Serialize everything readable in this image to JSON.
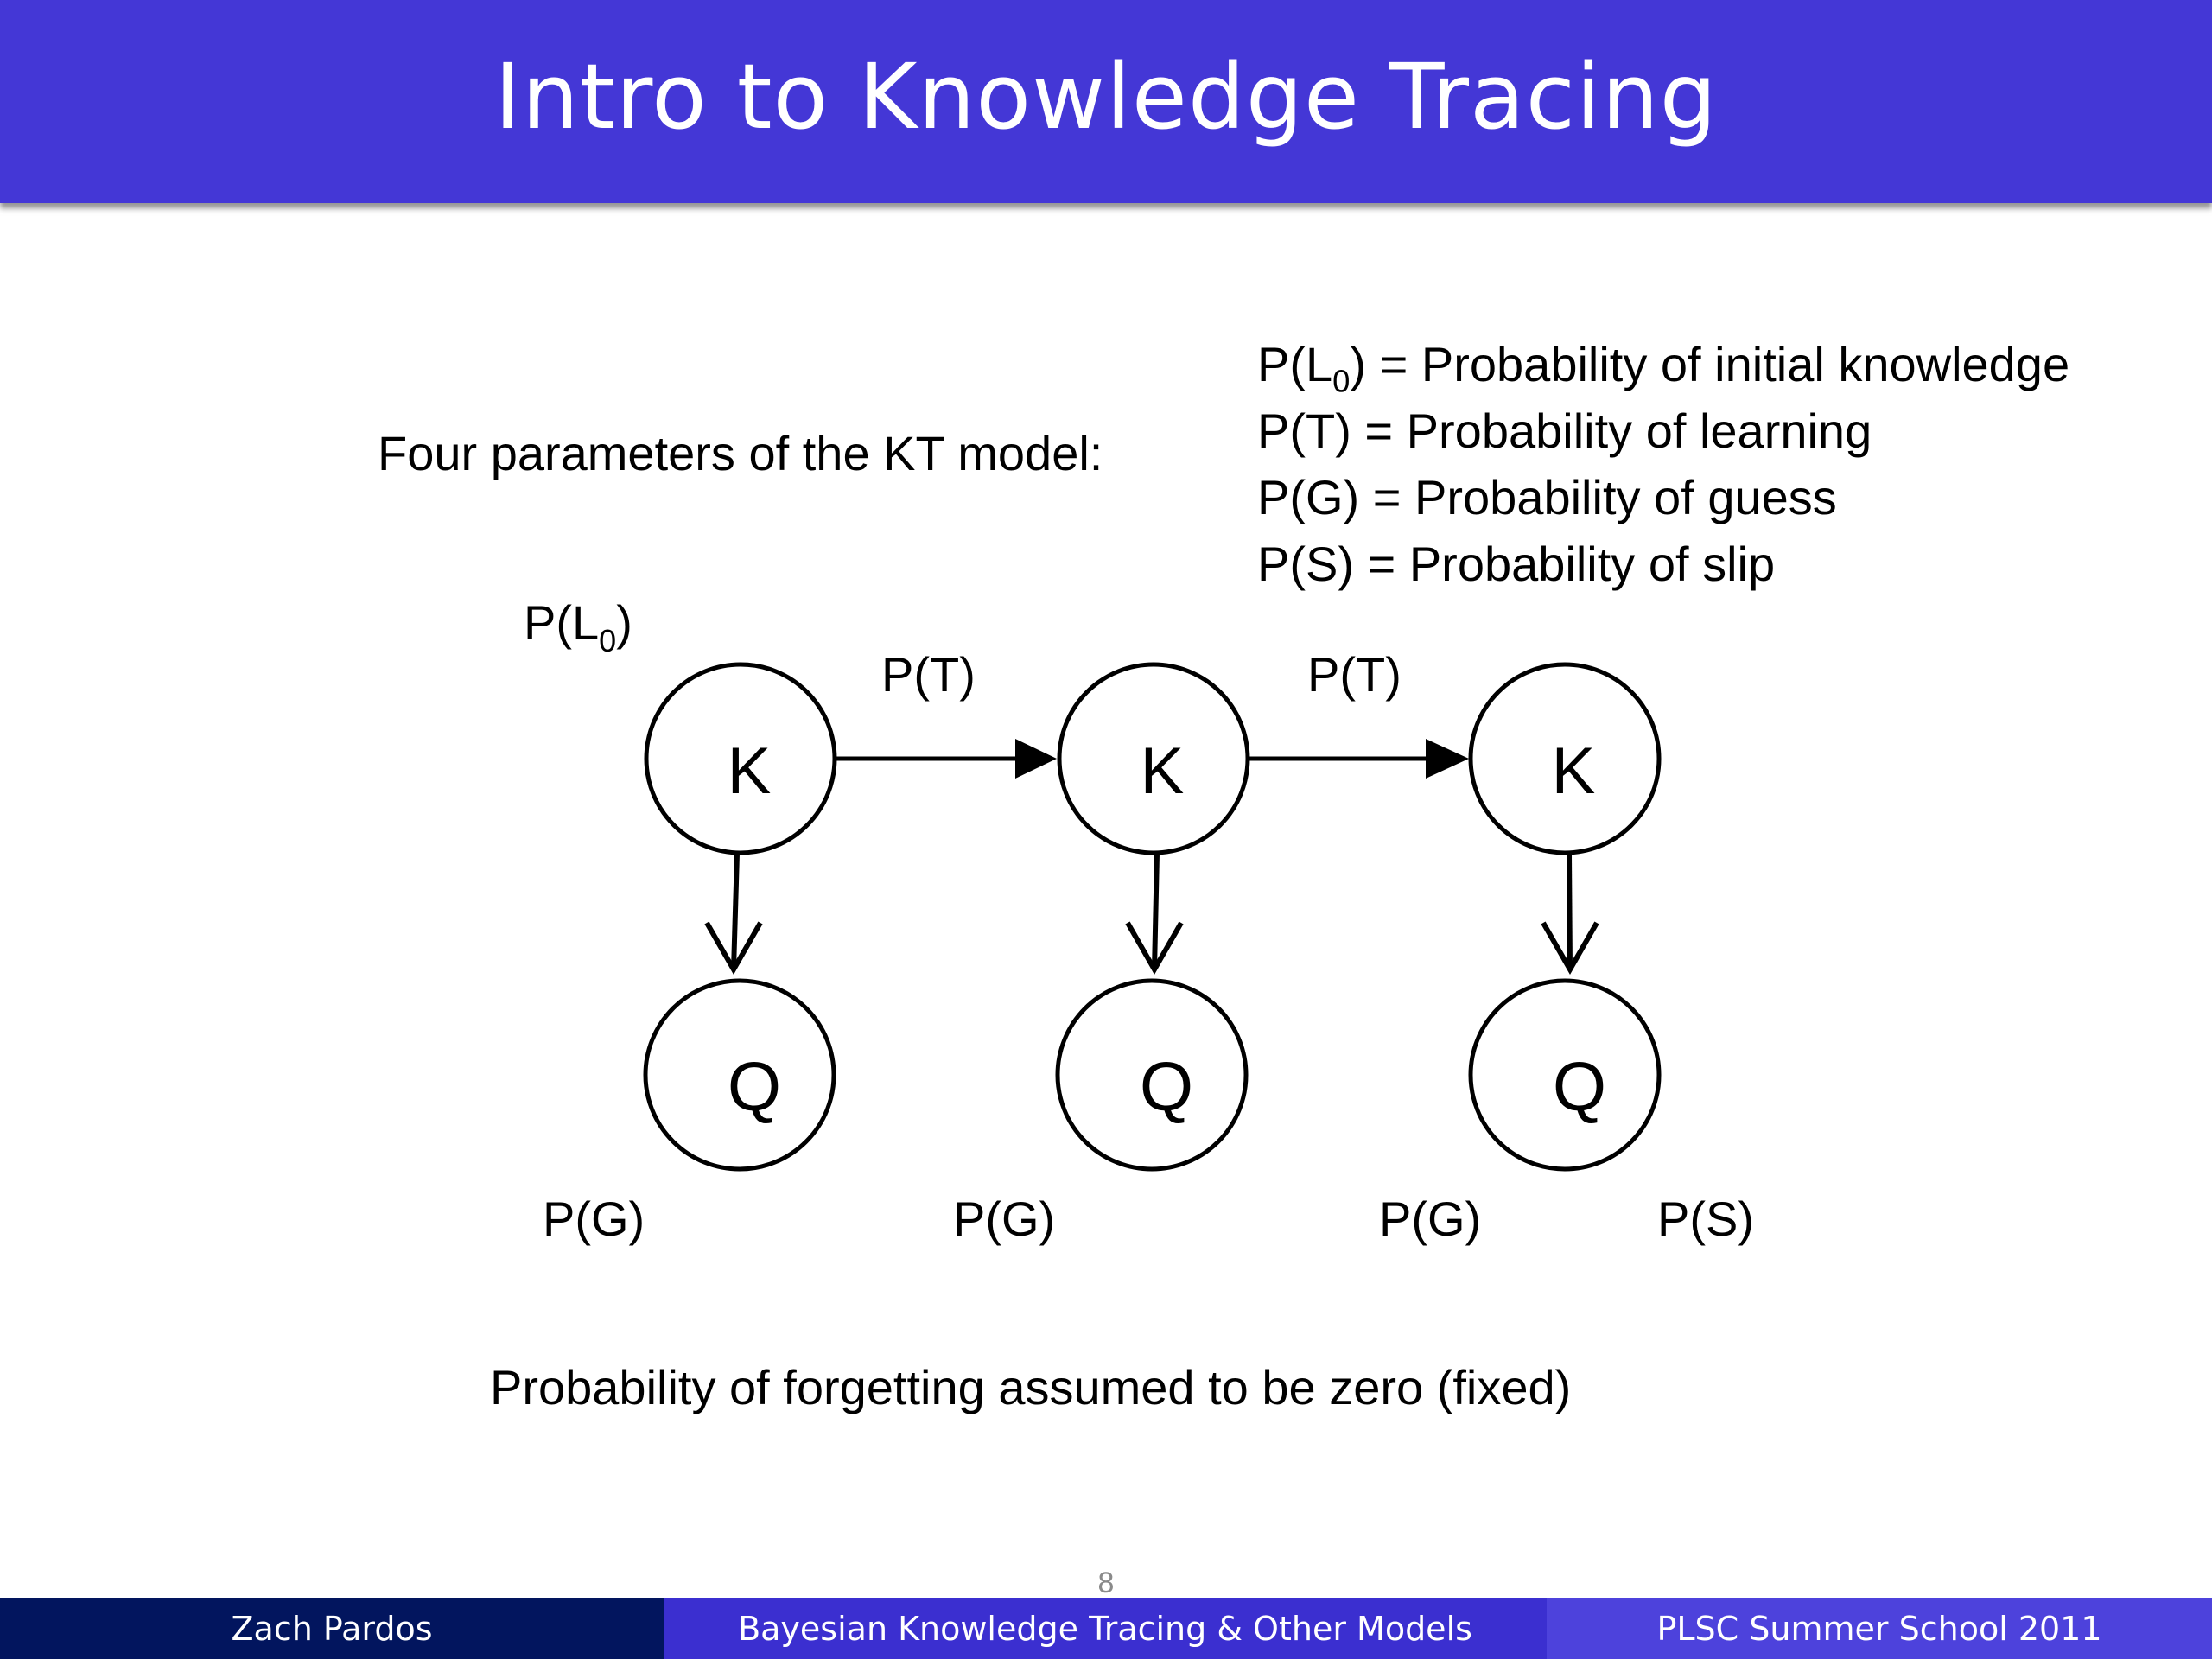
{
  "slide": {
    "title": "Intro to Knowledge Tracing",
    "intro_text": "Four parameters of the KT model:",
    "definitions": [
      {
        "symbol": "P(L",
        "sub": "0",
        "symbol_end": ")",
        "text": " = Probability of initial knowledge"
      },
      {
        "symbol": "P(T)",
        "sub": "",
        "symbol_end": "",
        "text": " =  Probability of learning"
      },
      {
        "symbol": "P(G)",
        "sub": "",
        "symbol_end": "",
        "text": " = Probability of guess"
      },
      {
        "symbol": "P(S)",
        "sub": "",
        "symbol_end": "",
        "text": " = Probability of slip"
      }
    ],
    "note": "Probability of forgetting assumed to be zero (fixed)",
    "page_number": "8"
  },
  "diagram": {
    "knowledge_nodes": [
      "K",
      "K",
      "K"
    ],
    "question_nodes": [
      "Q",
      "Q",
      "Q"
    ],
    "prior_label": {
      "base": "P(L",
      "sub": "0",
      "end": ")"
    },
    "transition_labels": [
      "P(T)",
      "P(T)"
    ],
    "bottom_labels": [
      "P(G)",
      "P(G)",
      "P(G)",
      "P(S)"
    ]
  },
  "footer": {
    "author": "Zach Pardos",
    "talk_title": "Bayesian Knowledge Tracing & Other Models",
    "event": "PLSC Summer School 2011"
  },
  "colors": {
    "title_bar": "#4437d6",
    "footer_left": "#02155e",
    "footer_middle": "#3b2fd0",
    "footer_right": "#4d42dc"
  }
}
